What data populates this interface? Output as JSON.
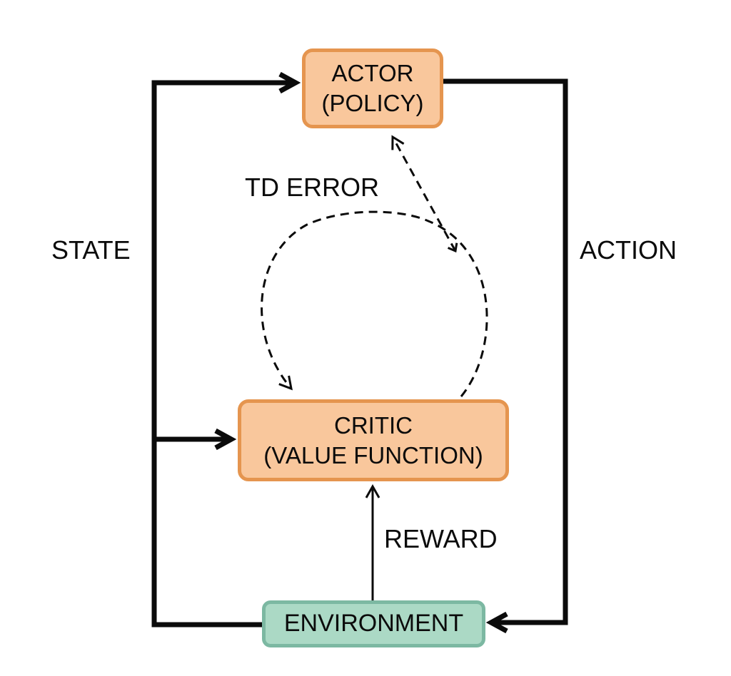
{
  "diagram": {
    "nodes": {
      "actor": {
        "line1": "ACTOR",
        "line2": "(POLICY)"
      },
      "critic": {
        "line1": "CRITIC",
        "line2": "(VALUE FUNCTION)"
      },
      "environment": {
        "label": "ENVIRONMENT"
      }
    },
    "edges": {
      "state": "STATE",
      "action": "ACTION",
      "td_error": "TD ERROR",
      "reward": "REWARD"
    }
  },
  "colors": {
    "node_fill": "#f9c79c",
    "node_border": "#e5954f",
    "env_fill": "#abd9c5",
    "env_border": "#7cb8a2",
    "line_color": "#0b0b0b",
    "background": "#ffffff"
  }
}
